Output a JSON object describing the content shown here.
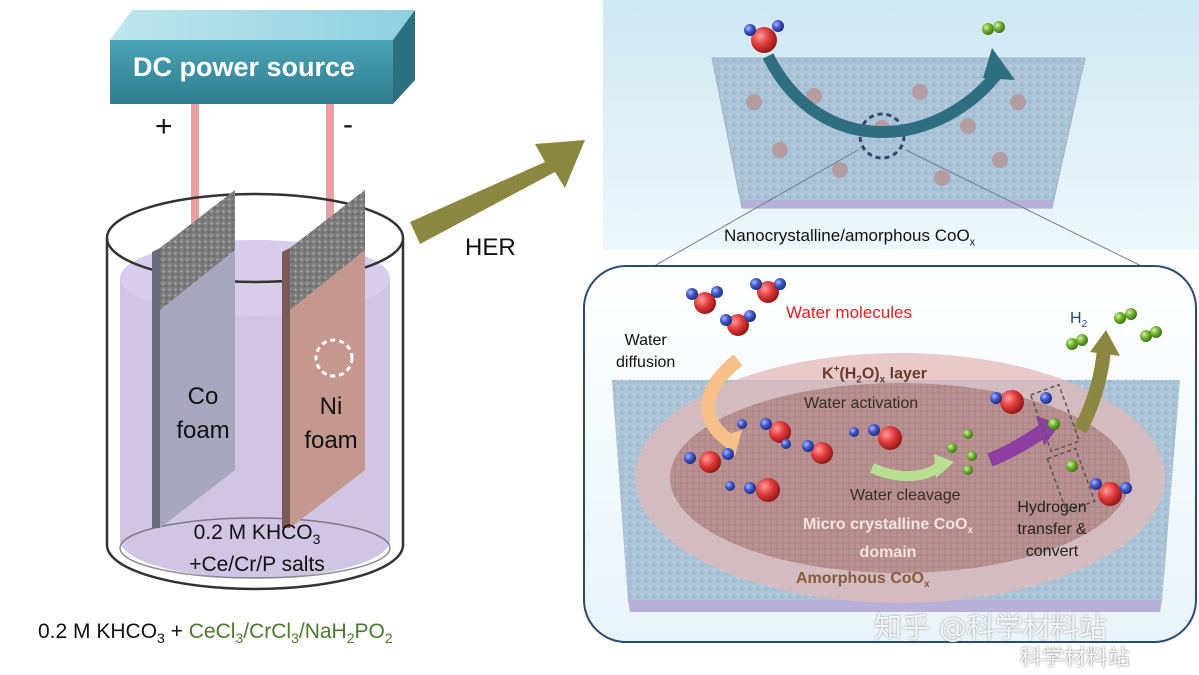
{
  "power_source": {
    "label": "DC power source",
    "plus": "+",
    "minus": "-"
  },
  "cell": {
    "co_label_1": "Co",
    "co_label_2": "foam",
    "ni_label_1": "Ni",
    "ni_label_2": "foam",
    "electrolyte_1_main": "0.2 M KHCO",
    "electrolyte_1_sub": "3",
    "electrolyte_2": "+Ce/Cr/P salts"
  },
  "recipe": {
    "part1": "0.2 M KHCO",
    "part1_sub": "3",
    "plus": " + ",
    "ce": "CeCl",
    "ce_sub": "3",
    "cr": "/CrCl",
    "cr_sub": "3",
    "na": "/NaH",
    "na_sub1": "2",
    "po": "PO",
    "po_sub": "2"
  },
  "arrow_label": "HER",
  "top_panel": {
    "caption_main": "Nanocrystalline/amorphous CoO",
    "caption_sub": "x"
  },
  "detail_panel": {
    "water_molecules": "Water molecules",
    "water_diffusion_1": "Water",
    "water_diffusion_2": "diffusion",
    "layer_k": "K",
    "layer_plus": "+",
    "layer_h2o": "(H",
    "layer_2": "2",
    "layer_o": "O)",
    "layer_x": "x",
    "layer_word": " layer",
    "h2_main": "H",
    "h2_sub": "2",
    "water_activation": "Water activation",
    "water_cleavage": "Water cleavage",
    "hydrogen_1": "Hydrogen",
    "hydrogen_2": "transfer &",
    "hydrogen_3": "convert",
    "micro_1_main": "Micro crystalline CoO",
    "micro_1_sub": "x",
    "micro_2": "domain",
    "amorphous_main": "Amorphous CoO",
    "amorphous_sub": "x"
  },
  "watermark": {
    "line1": "知乎 @科学材料站",
    "line2": "科学材料站"
  },
  "colors": {
    "power_box": "#3e93a4",
    "wire": "#e8a0a0",
    "electrolyte": "#c8b9dc",
    "co_foam": "#a9a6bf",
    "ni_foam": "#c5978f",
    "big_arrow": "#8c8740",
    "green_text": "#4a7a2e",
    "red_text": "#e02020",
    "amorphous_text": "#8a5a3a"
  }
}
